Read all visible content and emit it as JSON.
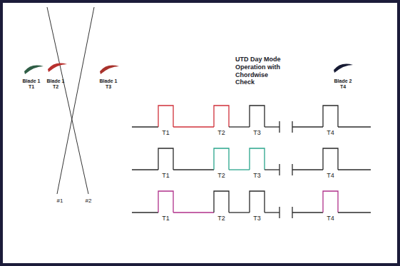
{
  "diagram": {
    "title": "UTD Day Mode Operation with Chordwise Check",
    "labels": [
      "Blade 1",
      "T1",
      "Blade 1",
      "T2",
      "Blade 1",
      "T3",
      "Blade 2",
      "T4",
      "#1",
      "#2",
      "T1",
      "T2",
      "T3",
      "T4",
      "T1",
      "T2",
      "T3",
      "T4",
      "T1",
      "T2",
      "T3",
      "T4"
    ]
  }
}
